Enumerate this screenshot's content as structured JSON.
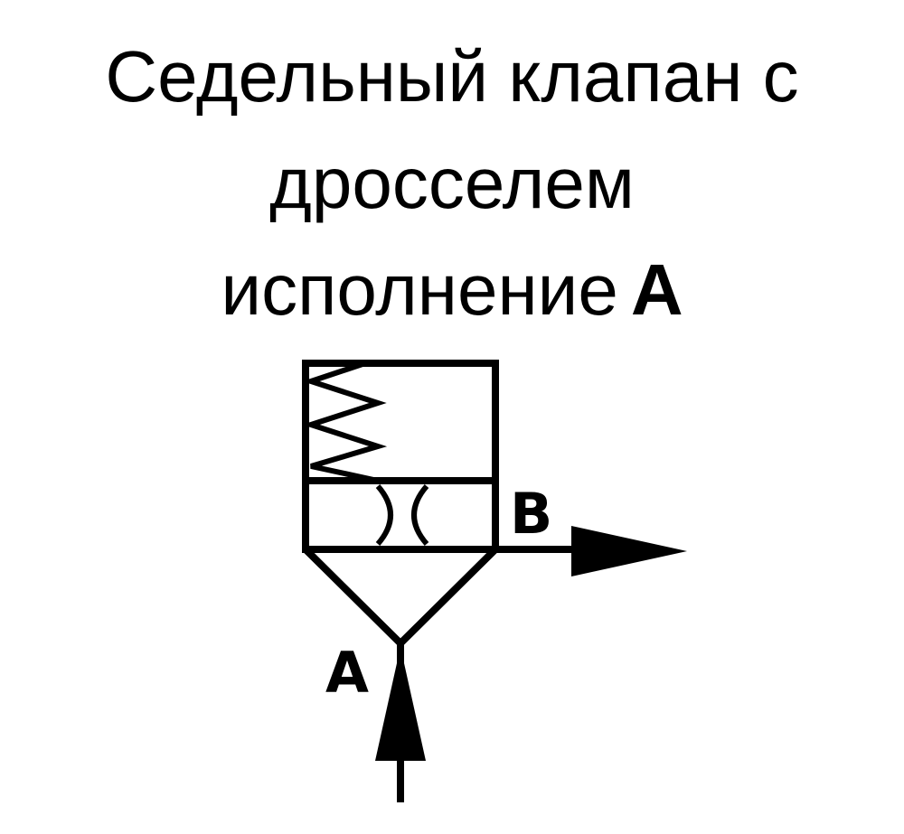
{
  "diagram": {
    "title_line1": "Седельный клапан с",
    "title_line2": "дросселем",
    "title_line3": "исполнение",
    "title_variant": "A",
    "port_b_label": "B",
    "port_a_label": "A",
    "stroke_color": "#000000",
    "background_color": "#ffffff"
  }
}
